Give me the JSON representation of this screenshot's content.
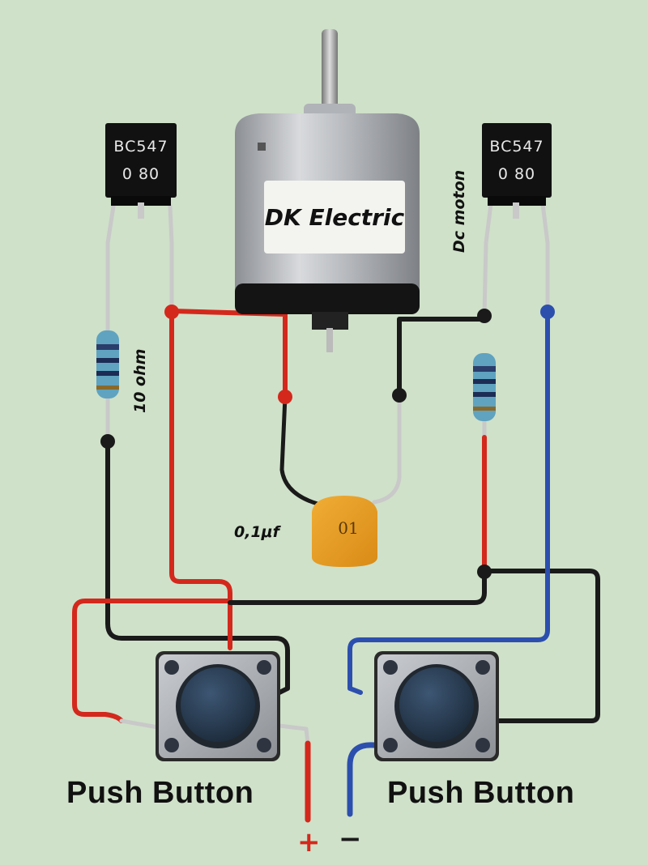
{
  "transistors": [
    {
      "part": "BC547",
      "code": "0 80"
    },
    {
      "part": "BC547",
      "code": "0 80"
    }
  ],
  "motor": {
    "label": "DK Electric",
    "side_label": "Dc moton"
  },
  "resistor": {
    "value_label": "10 ohm"
  },
  "capacitor": {
    "body_text": "01",
    "value_label": "0,1μf"
  },
  "buttons": [
    {
      "label": "Push Button"
    },
    {
      "label": "Push Button"
    }
  ],
  "power": {
    "positive": "+",
    "negative": "−"
  },
  "colors": {
    "background": "#cfe1c9",
    "wire_red": "#d4281c",
    "wire_black": "#1a1a1a",
    "wire_blue": "#2c4fae",
    "capacitor": "#e69a22",
    "button_cap": "#2a3f56"
  }
}
